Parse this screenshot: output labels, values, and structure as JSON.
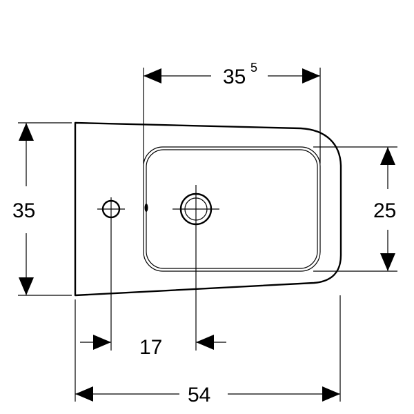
{
  "dimensions": {
    "basin_width": {
      "main": "35",
      "superscript": "5"
    },
    "overall_depth": "35",
    "basin_depth": "25",
    "hole_spacing": "17",
    "overall_length": "54"
  },
  "colors": {
    "line": "#000000",
    "background": "#ffffff"
  }
}
